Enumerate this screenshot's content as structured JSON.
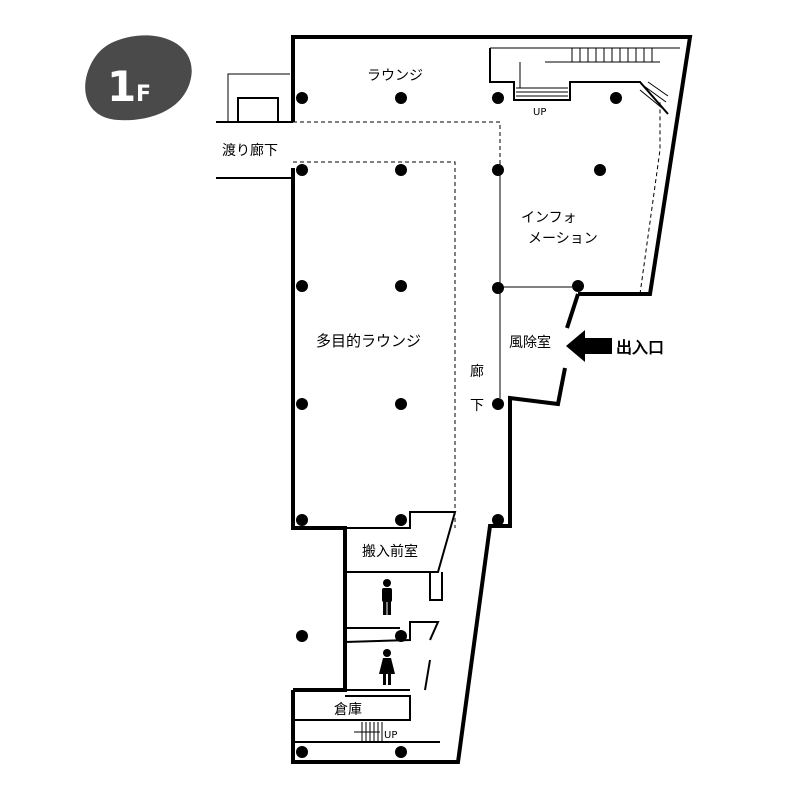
{
  "floor_badge": {
    "number": "1",
    "suffix": "F",
    "color": "#4a4a4a"
  },
  "rooms": {
    "lounge": "ラウンジ",
    "information_line1": "インフォ",
    "information_line2": "メーション",
    "multipurpose_lounge": "多目的ラウンジ",
    "corridor_char1": "廊",
    "corridor_char2": "下",
    "windbreak_room": "風除室",
    "loading_anteroom": "搬入前室",
    "storage": "倉庫",
    "connecting_corridor": "渡り廊下"
  },
  "stairs": {
    "top_label": "UP",
    "bottom_label": "UP"
  },
  "entrance": {
    "label": "出入口"
  },
  "icons": [
    "floor-badge",
    "mens-restroom-icon",
    "womens-restroom-icon",
    "entrance-arrow-icon"
  ]
}
